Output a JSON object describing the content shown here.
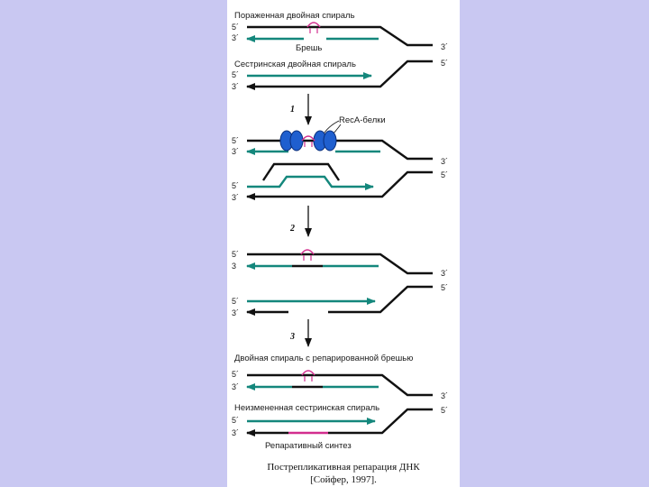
{
  "panel1": {
    "title": "Пораженная двойная спираль",
    "gap_label": "Брешь",
    "sister_title": "Сестринская двойная спираль"
  },
  "steps": [
    "1",
    "2",
    "3"
  ],
  "reca_label": "RecA-белки",
  "final": {
    "repaired_title": "Двойная спираль с репарированной брешью",
    "unchanged_title": "Неизмененная сестринская спираль",
    "synthesis_label": "Репаративный синтез"
  },
  "ends": {
    "five": "5´",
    "three": "3´",
    "three_plain": "3"
  },
  "caption": {
    "line1": "Пострепликативная репарация ДНК",
    "line2": "[Сойфер, 1997]."
  },
  "colors": {
    "background": "#c9c8f2",
    "black_strand": "#111111",
    "teal_strand": "#14877c",
    "magenta": "#d22e8e",
    "reca_blue": "#1f5fcf"
  }
}
